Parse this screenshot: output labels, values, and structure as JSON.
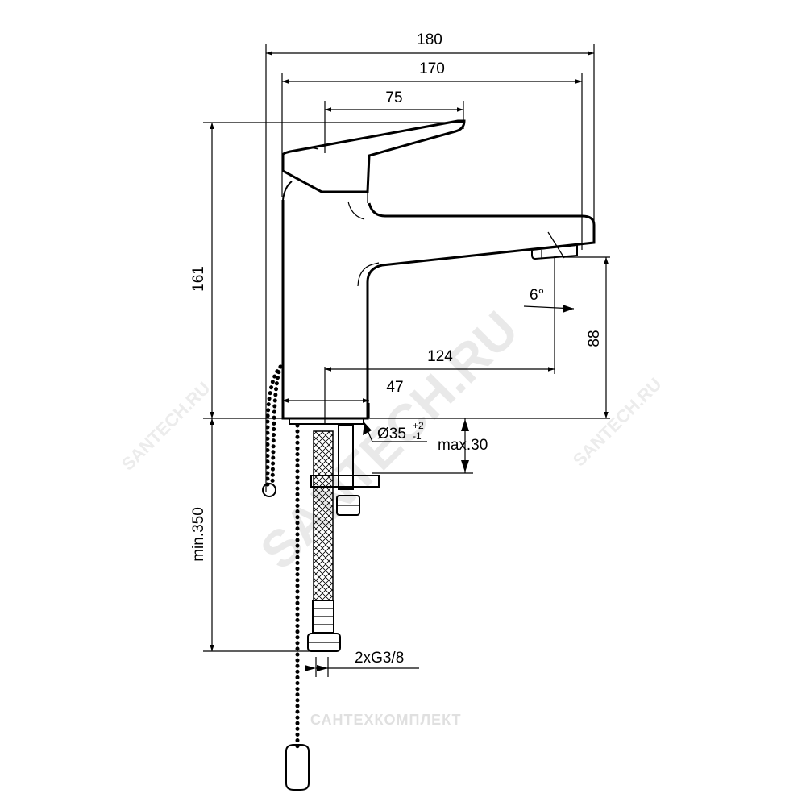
{
  "watermarks": {
    "main": "SANTECH.RU",
    "left": "SANTECH.RU",
    "right": "SANTECH.RU",
    "brand": "САНТЕХКОМПЛЕКТ"
  },
  "dimensions": {
    "width_total": "180",
    "width_body_spout": "170",
    "handle_length": "75",
    "height_total": "161",
    "spout_height": "88",
    "spout_reach": "124",
    "body_diameter": "47",
    "hole_diameter": "Ø35",
    "hole_tol_plus": "+2",
    "hole_tol_minus": "-1",
    "deck_thickness": "max.30",
    "hose_length": "min.350",
    "angle": "6°",
    "connection": "2xG3/8"
  }
}
